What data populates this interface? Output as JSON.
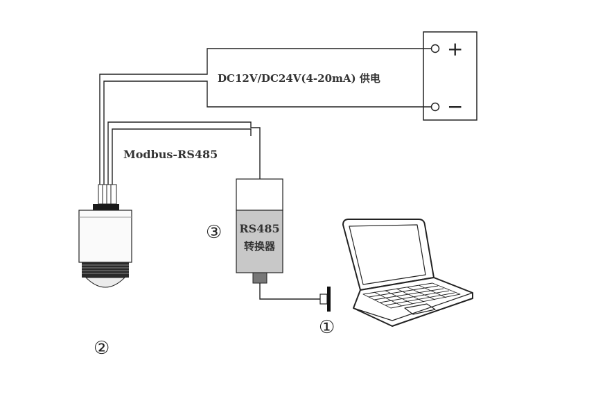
{
  "power": {
    "label": "DC12V/DC24V(4-20mA) 供电",
    "plus_symbol": "+",
    "minus_symbol": "−"
  },
  "bus_label": "Modbus-RS485",
  "converter": {
    "line1": "RS485",
    "line2": "转换器"
  },
  "markers": {
    "usb": "①",
    "sensor": "②",
    "converter": "③"
  },
  "colors": {
    "line": "#222222",
    "converter_band": "#c8c8c8"
  }
}
